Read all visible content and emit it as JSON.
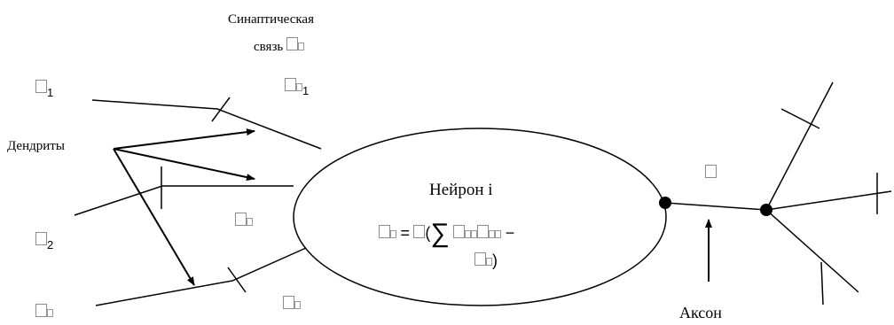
{
  "labels": {
    "synapse_line1": "Синаптическая",
    "synapse_line2": "связь",
    "dendrites": "Дендриты",
    "neuron": "Нейрон i",
    "axon": "Аксон"
  },
  "indices": {
    "x1": "1",
    "x2": "2",
    "w1": "1"
  },
  "formula": {
    "equals": "=",
    "open_paren": "(",
    "sigma": "∑",
    "minus": "−",
    "close_paren": ")"
  },
  "colors": {
    "stroke": "#000000",
    "placeholder_box": "#8c8c8c"
  }
}
